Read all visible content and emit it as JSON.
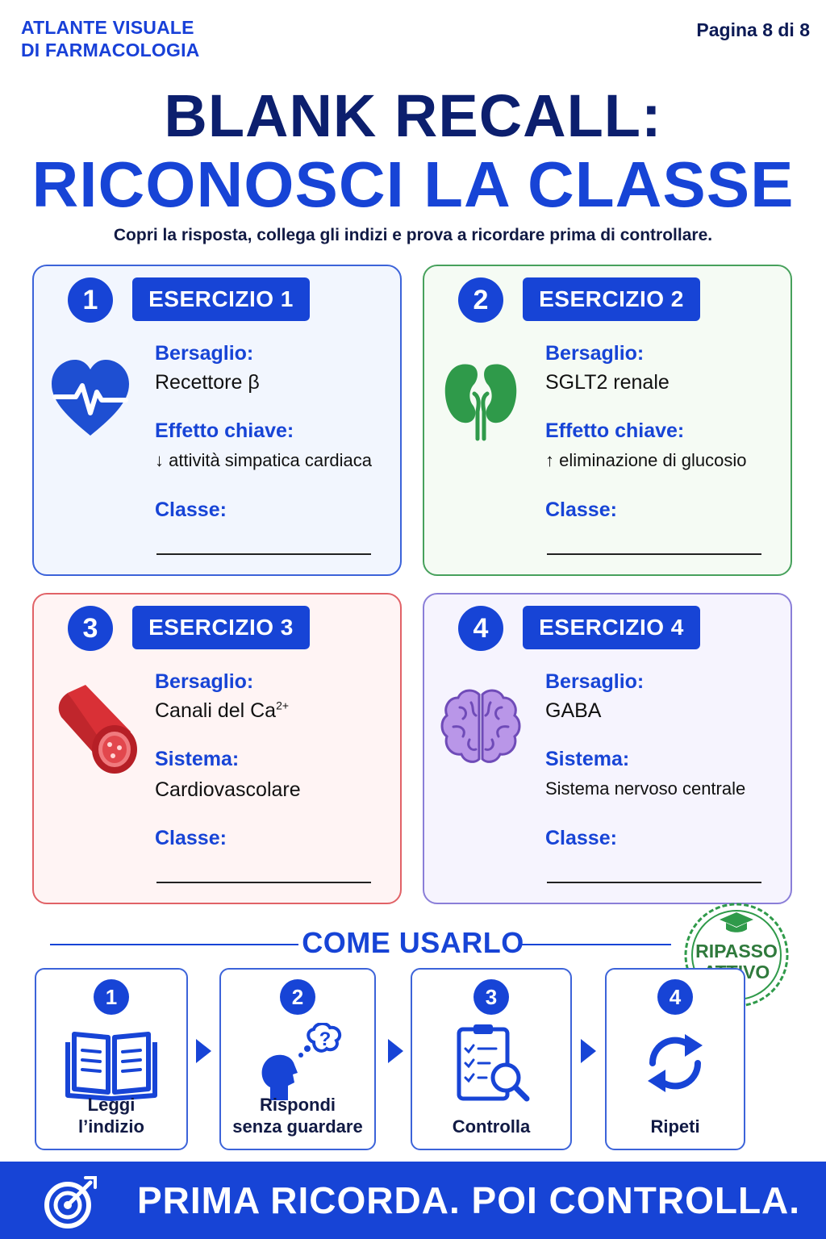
{
  "header": {
    "brand_line1": "ATLANTE VISUALE",
    "brand_line2": "DI FARMACOLOGIA",
    "page_indicator": "Pagina 8 di 8"
  },
  "title": {
    "line1": "BLANK RECALL:",
    "line2": "RICONOSCI LA CLASSE",
    "subtitle": "Copri la risposta, collega gli indizi e prova a ricordare prima di controllare."
  },
  "exercises": [
    {
      "number": "1",
      "label": "ESERCIZIO 1",
      "icon": "heart-pulse-icon",
      "key1": "Bersaglio:",
      "value1": "Recettore β",
      "key2": "Effetto chiave:",
      "value2": "↓ attività simpatica cardiaca",
      "key3": "Classe:"
    },
    {
      "number": "2",
      "label": "ESERCIZIO 2",
      "icon": "kidneys-icon",
      "key1": "Bersaglio:",
      "value1": "SGLT2 renale",
      "key2": "Effetto chiave:",
      "value2": "↑ eliminazione di glucosio",
      "key3": "Classe:"
    },
    {
      "number": "3",
      "label": "ESERCIZIO 3",
      "icon": "blood-vessel-icon",
      "key1": "Bersaglio:",
      "value1_main": "Canali del Ca",
      "value1_sup": "2+",
      "key2": "Sistema:",
      "value2": "Cardiovascolare",
      "key3": "Classe:"
    },
    {
      "number": "4",
      "label": "ESERCIZIO 4",
      "icon": "brain-icon",
      "key1": "Bersaglio:",
      "value1": "GABA",
      "key2": "Sistema:",
      "value2": "Sistema nervoso centrale",
      "key3": "Classe:"
    }
  ],
  "how_to": {
    "title": "COME USARLO",
    "badge_line1": "RIPASSO",
    "badge_line2": "ATTIVO",
    "steps": [
      {
        "number": "1",
        "icon": "open-book-icon",
        "label": "Leggi\nl’indizio"
      },
      {
        "number": "2",
        "icon": "thinking-head-icon",
        "label": "Rispondi\nsenza guardare"
      },
      {
        "number": "3",
        "icon": "clipboard-magnifier-icon",
        "label": "Controlla"
      },
      {
        "number": "4",
        "icon": "refresh-arrows-icon",
        "label": "Ripeti"
      }
    ]
  },
  "footer": {
    "icon": "target-icon",
    "text": "PRIMA RICORDA. POI CONTROLLA."
  },
  "colors": {
    "primary_blue": "#1744d6",
    "navy": "#0c1f6e",
    "green": "#2f9a4a",
    "red": "#e0393f",
    "purple": "#9a72d4"
  }
}
